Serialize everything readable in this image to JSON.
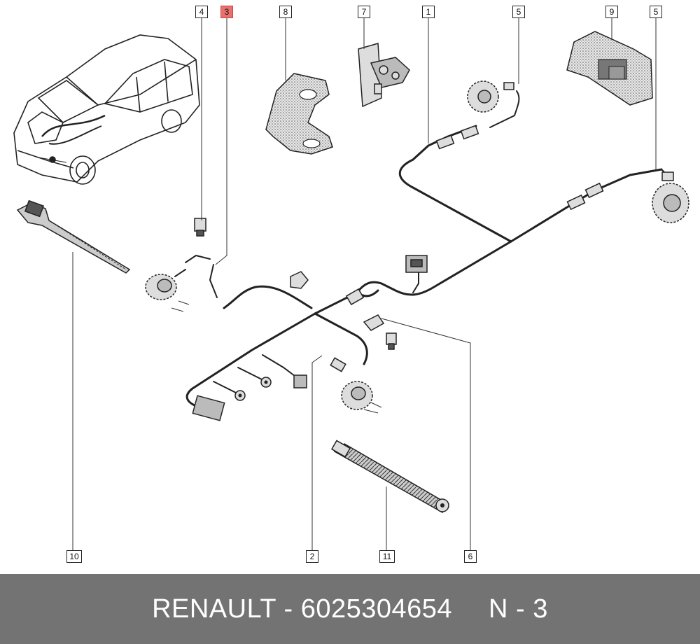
{
  "callouts": [
    {
      "label": "4",
      "highlighted": false
    },
    {
      "label": "3",
      "highlighted": true
    },
    {
      "label": "8",
      "highlighted": false
    },
    {
      "label": "7",
      "highlighted": false
    },
    {
      "label": "1",
      "highlighted": false
    },
    {
      "label": "5",
      "highlighted": false
    },
    {
      "label": "9",
      "highlighted": false
    },
    {
      "label": "5",
      "highlighted": false
    },
    {
      "label": "10",
      "highlighted": false
    },
    {
      "label": "2",
      "highlighted": false
    },
    {
      "label": "11",
      "highlighted": false
    },
    {
      "label": "6",
      "highlighted": false
    }
  ],
  "footer": {
    "brand_part": "RENAULT - 6025304654",
    "ref": "N - 3"
  },
  "colors": {
    "highlight": "#e8716e",
    "footer_bg": "#737373",
    "footer_text": "#ffffff"
  }
}
